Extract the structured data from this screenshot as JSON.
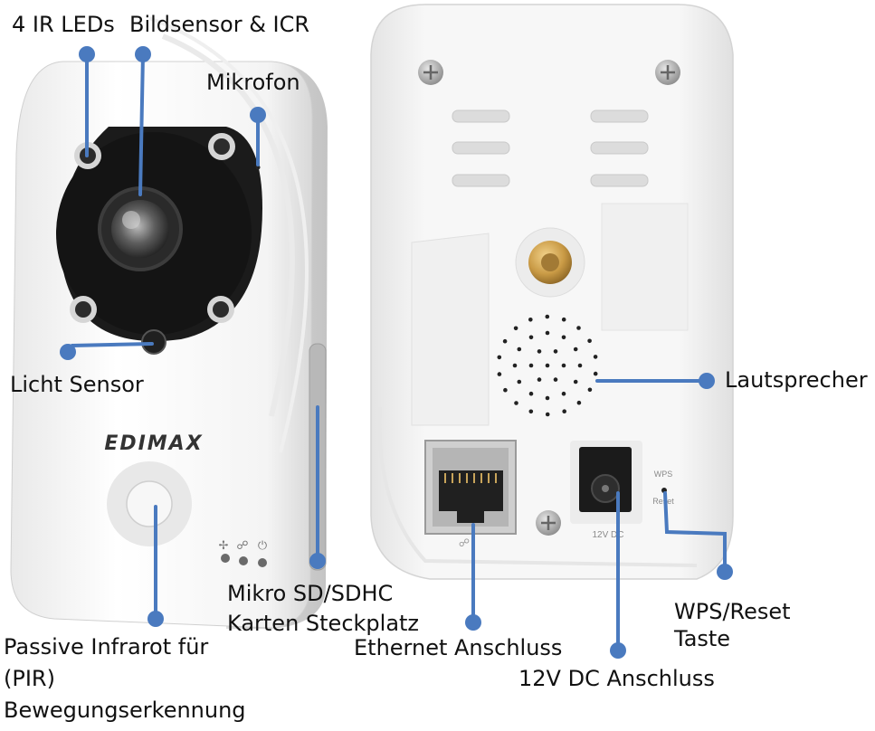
{
  "labels": {
    "ir_leds": "4 IR LEDs",
    "image_sensor": "Bildsensor & ICR",
    "microphone": "Mikrofon",
    "light_sensor": "Licht Sensor",
    "pir_line1": "Passive Infrarot für",
    "pir_line2": "(PIR)",
    "pir_line3": "Bewegungserkennung",
    "sd_line1": "Mikro SD/SDHC",
    "sd_line2": "Karten Steckplatz",
    "speaker": "Lautsprecher",
    "ethernet": "Ethernet Anschluss",
    "dc": "12V DC Anschluss",
    "wps_line1": "WPS/Reset",
    "wps_line2": "Taste"
  },
  "device": {
    "brand_logo": "EDIMAX",
    "wps_print": "WPS",
    "reset_print": "Reset",
    "dc_print": "12V DC"
  },
  "colors": {
    "callout": "#4a7abf",
    "housing": "#f3f3f3",
    "lens_ring": "#1b1b1b"
  }
}
